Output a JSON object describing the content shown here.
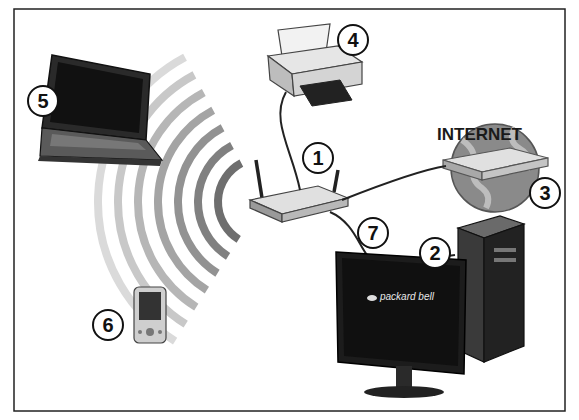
{
  "diagram": {
    "nodes": [
      {
        "text": [
          "4"
        ]
      },
      {
        "text": [
          "5"
        ]
      },
      {
        "text": [
          "1"
        ]
      },
      {
        "text": [
          "3"
        ]
      },
      {
        "text": [
          "7"
        ]
      },
      {
        "text": [
          "2"
        ]
      },
      {
        "text": [
          "6"
        ]
      }
    ],
    "labels": [
      "INTERNET",
      "packard bell"
    ]
  }
}
